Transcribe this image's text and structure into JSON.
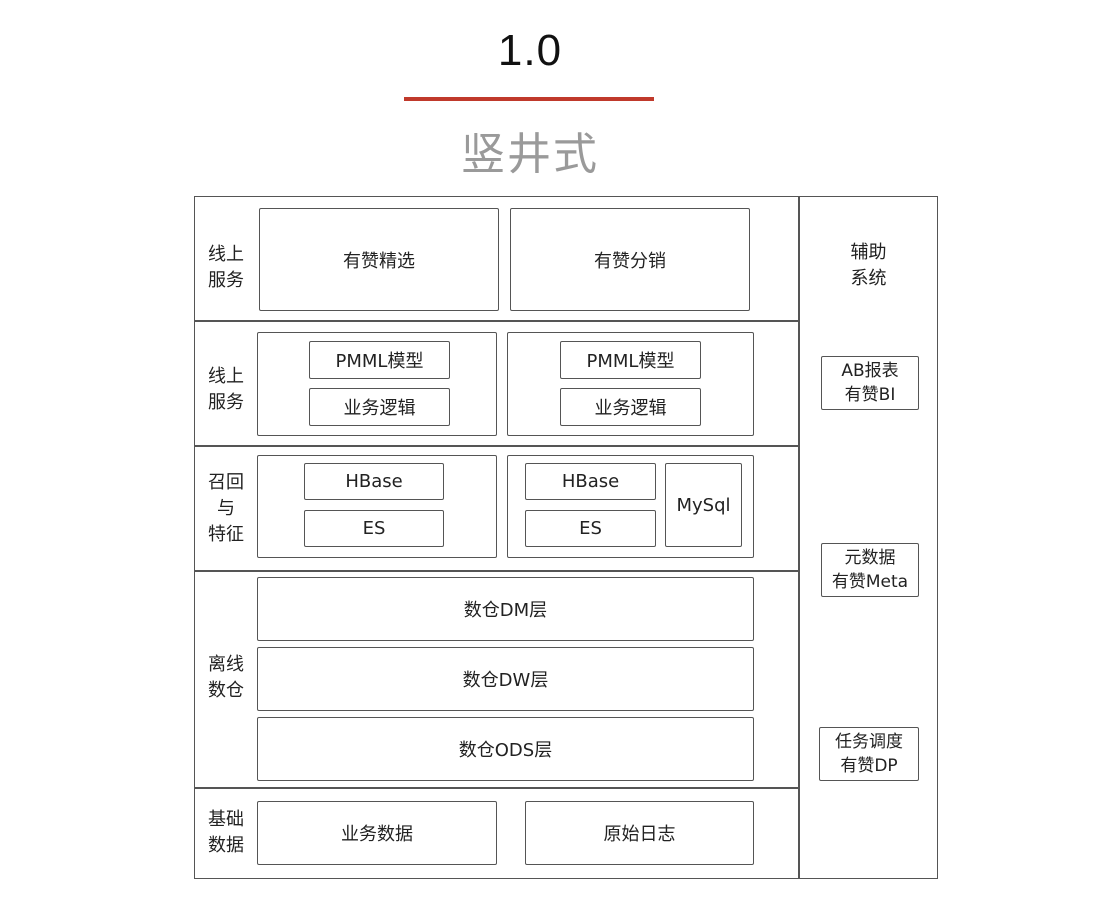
{
  "header": {
    "title": "1.0",
    "subtitle": "竖井式",
    "accent_color": "#c0392b"
  },
  "layers": {
    "online_service": {
      "label_line1": "线上",
      "label_line2": "服务",
      "apps": [
        "有赞精选",
        "有赞分销"
      ]
    },
    "online_model": {
      "label_line1": "线上",
      "label_line2": "服务",
      "left": [
        "PMML模型",
        "业务逻辑"
      ],
      "right": [
        "PMML模型",
        "业务逻辑"
      ]
    },
    "recall": {
      "label_line1": "召回",
      "label_line2": "与",
      "label_line3": "特征",
      "left": [
        "HBase",
        "ES"
      ],
      "right": [
        "HBase",
        "ES",
        "MySql"
      ]
    },
    "offline_dw": {
      "label_line1": "离线",
      "label_line2": "数仓",
      "tiers": [
        "数仓DM层",
        "数仓DW层",
        "数仓ODS层"
      ]
    },
    "base_data": {
      "label_line1": "基础",
      "label_line2": "数据",
      "sources": [
        "业务数据",
        "原始日志"
      ]
    }
  },
  "aux": {
    "label_line1": "辅助",
    "label_line2": "系统",
    "systems": [
      {
        "line1": "AB报表",
        "line2": "有赞BI"
      },
      {
        "line1": "元数据",
        "line2": "有赞Meta"
      },
      {
        "line1": "任务调度",
        "line2": "有赞DP"
      }
    ]
  }
}
